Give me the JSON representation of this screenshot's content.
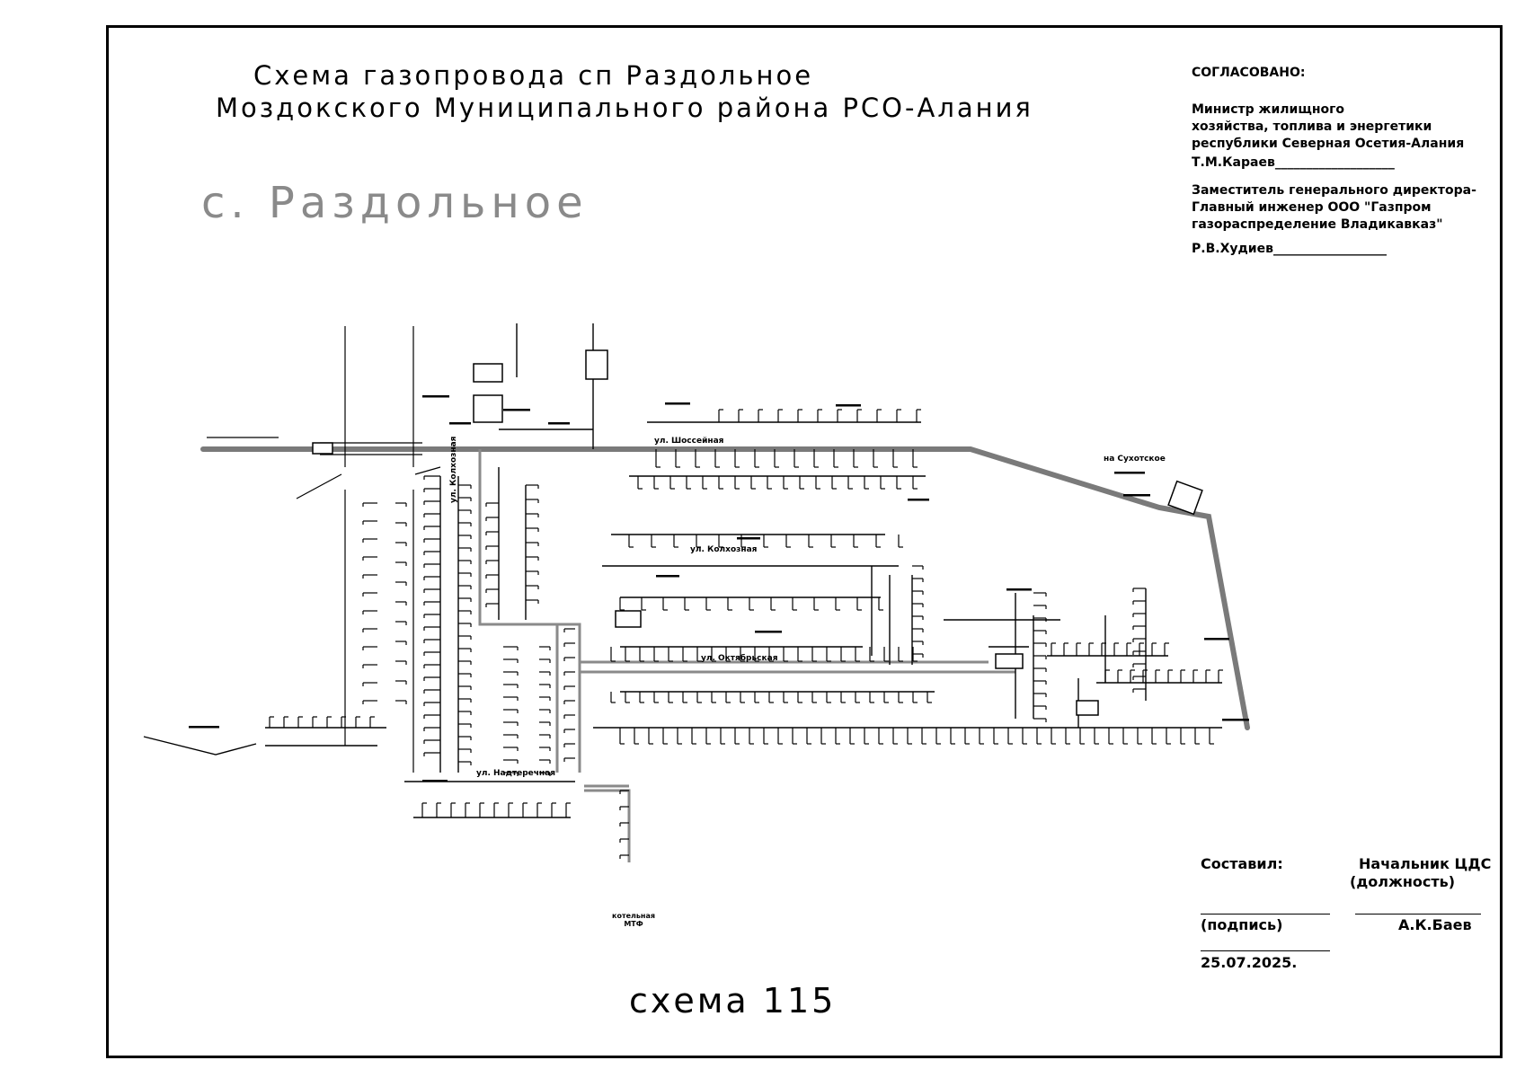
{
  "title": {
    "line1": "Схема газопровода сп Раздольное",
    "line2": "Моздокского Муниципального района РСО-Алания"
  },
  "village_label": "с. Раздольное",
  "approval": {
    "header": "СОГЛАСОВАНО:",
    "minister_lines": [
      "Министр   жилищного",
      "хозяйства, топлива и энергетики",
      "республики Северная Осетия-Алания"
    ],
    "minister_signature": "Т.М.Караев___________________",
    "deputy_lines": [
      "Заместитель генерального директора-",
      "Главный инженер  ООО \"Газпром",
      "газораспределение Владикавказ\""
    ],
    "deputy_signature": "Р.В.Худиев__________________"
  },
  "sign_block": {
    "compiled_by": "Составил:",
    "position_title": "Начальник ЦДС",
    "position_caption": "(должность)",
    "signature_caption": "(подпись)",
    "name": "А.К.Баев",
    "date": "25.07.2025."
  },
  "scheme_number": "схема 115",
  "map_labels": {
    "street_shosseynaya": "ул. Шоссейная",
    "street_kolkhoznaya": "ул. Колхозная",
    "street_kolkhoznaya_vertical": "ул. Колхозная",
    "street_zarechnaya": "ул. Октябрьская",
    "street_nadterechnaya": "ул. Надтеречная",
    "to_sukhotskoe": "на Сухотское",
    "boiler": "котельная МТФ"
  }
}
